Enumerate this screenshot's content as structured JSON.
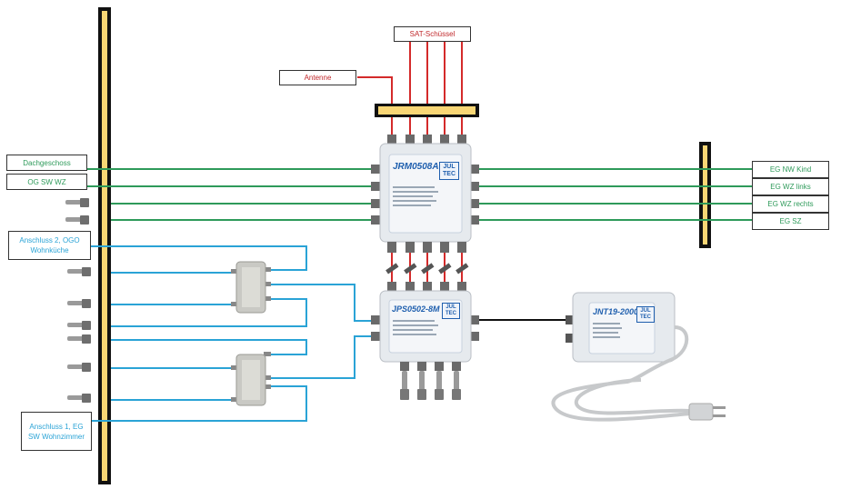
{
  "diagram": {
    "type": "satellite-multiswitch-wiring",
    "sources": {
      "sat_dish": "SAT-Schüssel",
      "antenna": "Antenne"
    },
    "devices": {
      "multiswitch": {
        "model": "JRM0508A",
        "brand": "JUL TEC"
      },
      "extension": {
        "model": "JPS0502-8M",
        "brand": "JUL TEC"
      },
      "power_supply": {
        "model": "JNT19-2000",
        "brand": "JUL TEC"
      },
      "splitters": {
        "count": 2
      }
    },
    "left_outputs": [
      {
        "label": "Dachgeschoss",
        "line_color": "green"
      },
      {
        "label": "OG SW WZ",
        "line_color": "green"
      },
      {
        "label": "Anschluss 2,  OGO Wohnküche",
        "line_color": "blue"
      },
      {
        "label": "Anschluss 1, EG SW Wohnzimmer",
        "line_color": "blue"
      }
    ],
    "right_outputs": [
      {
        "label": "EG NW Kind"
      },
      {
        "label": "EG WZ links"
      },
      {
        "label": "EG WZ rechts"
      },
      {
        "label": "EG SZ"
      }
    ],
    "terminator_caps_left": 8,
    "colors": {
      "sat_lines": "#d42a2a",
      "green_lines": "#2e9a5a",
      "blue_lines": "#2aa3d6",
      "bus_fill": "#f8d675",
      "bus_border": "#111111",
      "device_body": "#e6eaee",
      "device_text": "#1f5fae"
    }
  }
}
